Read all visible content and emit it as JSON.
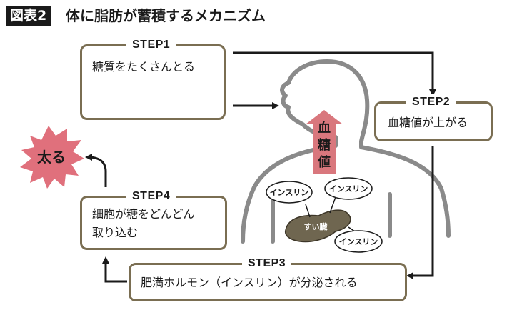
{
  "figure": {
    "tag": "図表2",
    "title": "体に脂肪が蓄積するメカニズム"
  },
  "steps": [
    {
      "label": "STEP1",
      "text": "糖質をたくさんとる"
    },
    {
      "label": "STEP2",
      "text": "血糖値が上がる"
    },
    {
      "label": "STEP3",
      "text": "肥満ホルモン（インスリン）が分泌される"
    },
    {
      "label": "STEP4",
      "lines": [
        "細胞が糖をどんどん",
        "取り込む"
      ]
    }
  ],
  "result": "太る",
  "blood_sugar_label": "血糖値",
  "organ_label": "すい臓",
  "insulin_label": "インスリン",
  "icons": [
    "bread-icon",
    "rice-bowl-icon"
  ],
  "colors": {
    "box_border": "#7a6e52",
    "arrow": "#1a1a1a",
    "burst": "#e0707c",
    "up_arrow": "#d9777d",
    "pancreas": "#6f6650",
    "body_outline": "#8a8a8a"
  }
}
